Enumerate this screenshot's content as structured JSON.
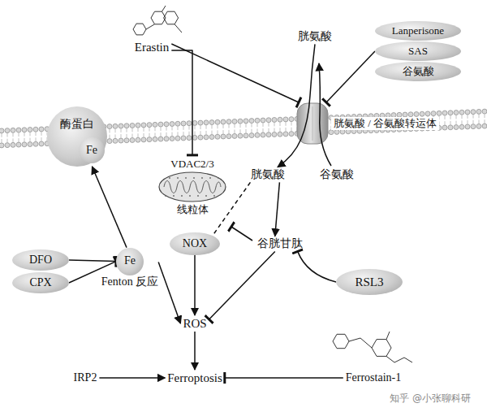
{
  "diagram": {
    "nodes": [
      {
        "text": [
          "Erastin"
        ]
      },
      {
        "text": [
          "胱氨酸"
        ]
      },
      {
        "text": [
          "Lanperisone"
        ]
      },
      {
        "text": [
          "SAS"
        ]
      },
      {
        "text": [
          "谷氨酸"
        ]
      },
      {
        "text": [
          "胱氨酸 / 谷氨酸转运体"
        ]
      },
      {
        "text": [
          "酶蛋白"
        ]
      },
      {
        "text": [
          "Fe"
        ],
        "in": 6
      },
      {
        "text": [
          "VDAC2/3",
          "线粒体"
        ]
      },
      {
        "text": [
          "胱氨酸"
        ]
      },
      {
        "text": [
          "谷氨酸"
        ]
      },
      {
        "text": [
          "NOX"
        ]
      },
      {
        "text": [
          "谷胱甘肽"
        ]
      },
      {
        "text": [
          "DFO"
        ]
      },
      {
        "text": [
          "CPX"
        ]
      },
      {
        "text": [
          "Fe",
          "Fenton 反应"
        ]
      },
      {
        "text": [
          "RSL3"
        ]
      },
      {
        "text": [
          "ROS"
        ]
      },
      {
        "text": [
          "IRP2"
        ]
      },
      {
        "text": [
          "Ferroptosis"
        ]
      },
      {
        "text": [
          "Ferrostain-1"
        ]
      }
    ],
    "edges": [
      {
        "from": 0,
        "to": 5,
        "arrow": "to"
      },
      {
        "from": 0,
        "to": 8,
        "arrow": "to"
      },
      {
        "from": 3,
        "to": 5,
        "arrow": "to"
      },
      {
        "from": 1,
        "to": 9,
        "arrow": "to"
      },
      {
        "from": 9,
        "to": 12,
        "arrow": "to"
      },
      {
        "from": 9,
        "to": 11,
        "arrow": "none"
      },
      {
        "from": 11,
        "to": 17,
        "arrow": "to"
      },
      {
        "from": 12,
        "to": 17,
        "arrow": "to"
      },
      {
        "from": 16,
        "to": 12,
        "arrow": "to"
      },
      {
        "from": 13,
        "to": 15,
        "arrow": "to"
      },
      {
        "from": 14,
        "to": 15,
        "arrow": "to"
      },
      {
        "from": 15,
        "to": 6,
        "arrow": "to"
      },
      {
        "from": 15,
        "to": 17,
        "arrow": "to"
      },
      {
        "from": 17,
        "to": 19,
        "arrow": "to"
      },
      {
        "from": 18,
        "to": 19,
        "arrow": "to"
      },
      {
        "from": 20,
        "to": 19,
        "arrow": "to"
      }
    ],
    "labels": [
      "知乎 @小张聊科研"
    ]
  }
}
